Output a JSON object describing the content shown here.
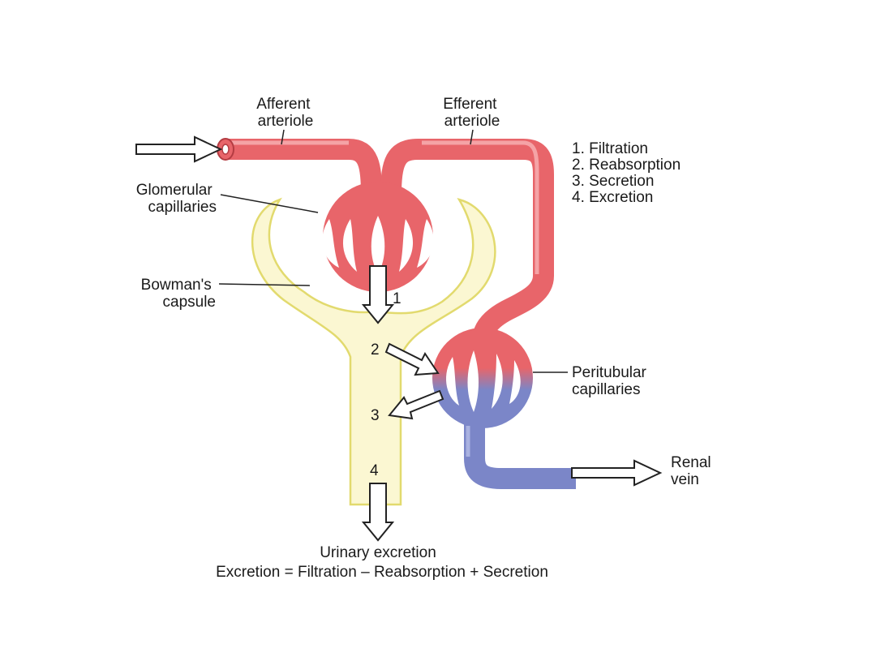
{
  "labels": {
    "afferent": [
      "Afferent",
      "arteriole"
    ],
    "efferent": [
      "Efferent",
      "arteriole"
    ],
    "glomerular": [
      "Glomerular",
      "capillaries"
    ],
    "bowman": [
      "Bowman's",
      "capsule"
    ],
    "peritubular": [
      "Peritubular",
      "capillaries"
    ],
    "renal_vein": [
      "Renal",
      "vein"
    ],
    "urinary_excretion": "Urinary excretion",
    "equation": "Excretion = Filtration – Reabsorption + Secretion"
  },
  "process_list": [
    "1. Filtration",
    "2. Reabsorption",
    "3. Secretion",
    "4. Excretion"
  ],
  "step_numbers": [
    "1",
    "2",
    "3",
    "4"
  ],
  "colors": {
    "arterial": "#e8656a",
    "arterial_light": "#f5a3a6",
    "venous": "#7b86c8",
    "capsule_fill": "#fbf7d2",
    "capsule_stroke": "#e2da6e"
  }
}
